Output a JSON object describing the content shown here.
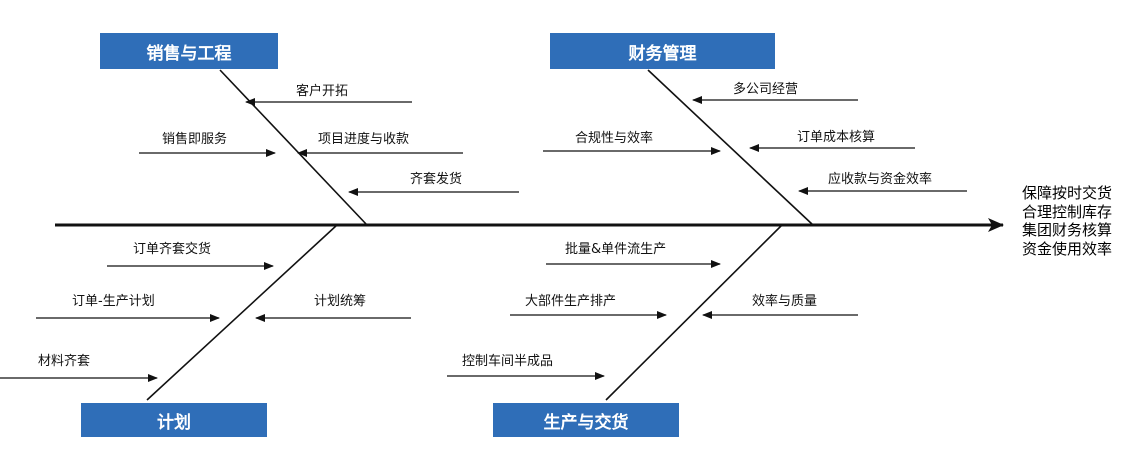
{
  "categories": {
    "sales": "销售与工程",
    "finance": "财务管理",
    "plan": "计划",
    "production": "生产与交货"
  },
  "causes": {
    "sales": [
      "客户开拓",
      "销售即服务",
      "项目进度与收款",
      "齐套发货"
    ],
    "finance": [
      "多公司经营",
      "合规性与效率",
      "订单成本核算",
      "应收款与资金效率"
    ],
    "plan": [
      "订单齐套交货",
      "订单-生产计划",
      "计划统筹",
      "材料齐套"
    ],
    "production": [
      "批量&单件流生产",
      "大部件生产排产",
      "效率与质量",
      "控制车间半成品"
    ]
  },
  "outcomes": [
    "保障按时交货",
    "合理控制库存",
    "集团财务核算",
    "资金使用效率"
  ],
  "colors": {
    "box": "#2f6eb8",
    "line": "#111111"
  }
}
